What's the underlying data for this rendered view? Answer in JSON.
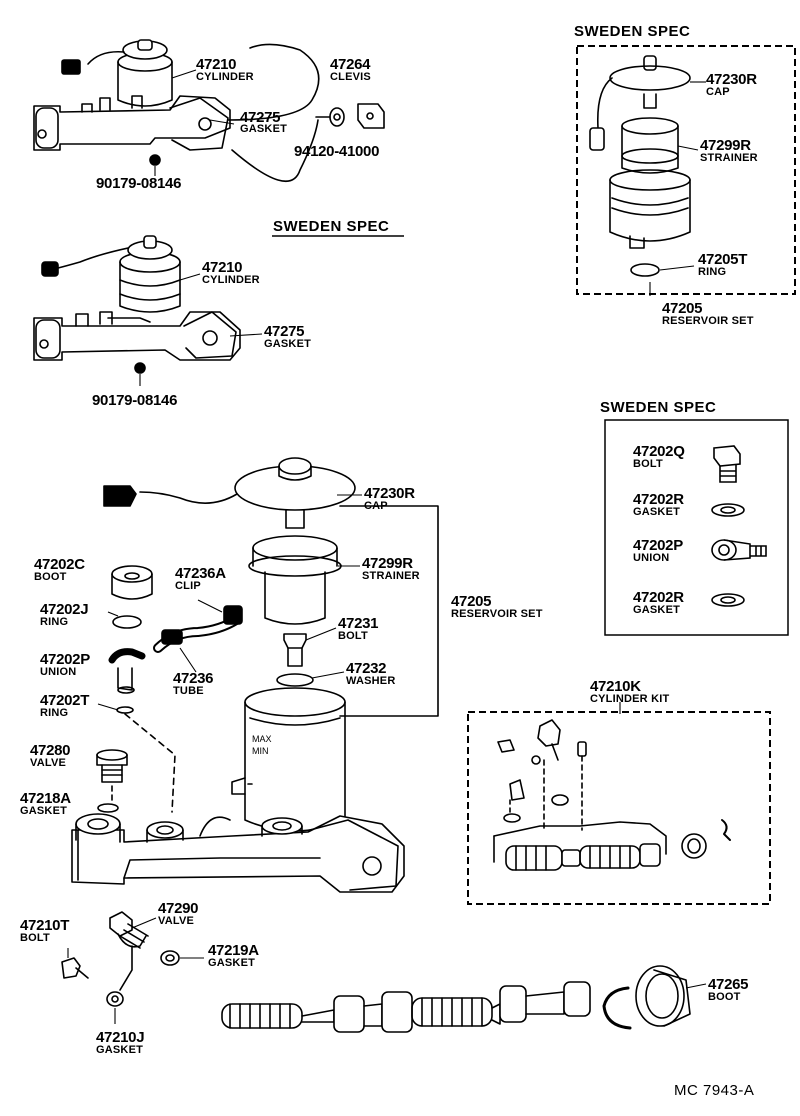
{
  "headers": {
    "sweden_top_box": "SWEDEN SPEC",
    "sweden_mid": "SWEDEN SPEC",
    "sweden_right_box": "SWEDEN SPEC"
  },
  "parts": {
    "cyl_top": {
      "num": "47210",
      "name": "CYLINDER"
    },
    "clevis": {
      "num": "47264",
      "name": "CLEVIS"
    },
    "gasket_top": {
      "num": "47275",
      "name": "GASKET"
    },
    "nut_top": {
      "num": "94120-41000"
    },
    "bolt_top": {
      "num": "90179-08146"
    },
    "cyl_mid": {
      "num": "47210",
      "name": "CYLINDER"
    },
    "gasket_mid": {
      "num": "47275",
      "name": "GASKET"
    },
    "bolt_mid": {
      "num": "90179-08146"
    },
    "sw_cap": {
      "num": "47230R",
      "name": "CAP"
    },
    "sw_strainer": {
      "num": "47299R",
      "name": "STRAINER"
    },
    "sw_ring": {
      "num": "47205T",
      "name": "RING"
    },
    "sw_reservoir": {
      "num": "47205",
      "name": "RESERVOIR SET"
    },
    "sw_bolt": {
      "num": "47202Q",
      "name": "BOLT"
    },
    "sw_gasket1": {
      "num": "47202R",
      "name": "GASKET"
    },
    "sw_union": {
      "num": "47202P",
      "name": "UNION"
    },
    "sw_gasket2": {
      "num": "47202R",
      "name": "GASKET"
    },
    "cap": {
      "num": "47230R",
      "name": "CAP"
    },
    "strainer": {
      "num": "47299R",
      "name": "STRAINER"
    },
    "bolt_res": {
      "num": "47231",
      "name": "BOLT"
    },
    "washer": {
      "num": "47232",
      "name": "WASHER"
    },
    "reservoir": {
      "num": "47205",
      "name": "RESERVOIR SET"
    },
    "boot_small": {
      "num": "47202C",
      "name": "BOOT"
    },
    "clip": {
      "num": "47236A",
      "name": "CLIP"
    },
    "ring_j": {
      "num": "47202J",
      "name": "RING"
    },
    "union": {
      "num": "47202P",
      "name": "UNION"
    },
    "tube": {
      "num": "47236",
      "name": "TUBE"
    },
    "ring_t": {
      "num": "47202T",
      "name": "RING"
    },
    "valve_280": {
      "num": "47280",
      "name": "VALVE"
    },
    "gasket_218": {
      "num": "47218A",
      "name": "GASKET"
    },
    "valve_290": {
      "num": "47290",
      "name": "VALVE"
    },
    "bolt_210t": {
      "num": "47210T",
      "name": "BOLT"
    },
    "gasket_219": {
      "num": "47219A",
      "name": "GASKET"
    },
    "gasket_210j": {
      "num": "47210J",
      "name": "GASKET"
    },
    "cyl_kit": {
      "num": "47210K",
      "name": "CYLINDER KIT"
    },
    "boot_large": {
      "num": "47265",
      "name": "BOOT"
    }
  },
  "footer": {
    "code": "MC  7943-A"
  },
  "colors": {
    "ink": "#000000",
    "paper": "#ffffff"
  }
}
